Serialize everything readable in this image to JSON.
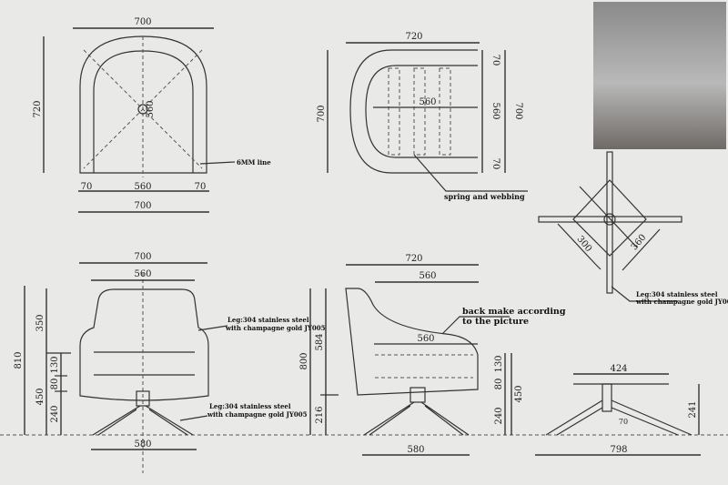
{
  "top_view_left": {
    "width_top": "700",
    "depth": "720",
    "inner": "560",
    "note": "6MM line",
    "arm_l": "70",
    "seat": "560",
    "arm_r": "70",
    "width_bottom": "700"
  },
  "top_view_right": {
    "width": "720",
    "depth_left": "700",
    "inner": "560",
    "top": "70",
    "mid": "560",
    "bottom": "70",
    "depth_right": "700",
    "note": "spring and webbing"
  },
  "front_view": {
    "width": "700",
    "inner": "560",
    "total_height": "810",
    "back": "350",
    "seat_height": "450",
    "cushion": "130",
    "frame": "80",
    "leg": "240",
    "base": "580",
    "note_body_1": "Leg:304 stainless steel",
    "note_body_2": "with champagne gold JY005",
    "note_leg_1": "Leg:304 stainless steel",
    "note_leg_2": "with champagne gold JY005"
  },
  "side_view": {
    "depth": "720",
    "inner": "560",
    "height": "800",
    "back": "584",
    "leg": "216",
    "seat_depth": "560",
    "cushion": "130",
    "frame": "80",
    "leg2": "240",
    "seat_height": "450",
    "base": "580",
    "note_1": "back make according",
    "note_2": "to the picture"
  },
  "base_top": {
    "d1": "300",
    "d2": "360",
    "note_1": "Leg:304 stainless steel",
    "note_2": "with champagne gold JY005"
  },
  "base_side": {
    "top": "424",
    "height": "241",
    "stem": "70",
    "width": "798"
  }
}
